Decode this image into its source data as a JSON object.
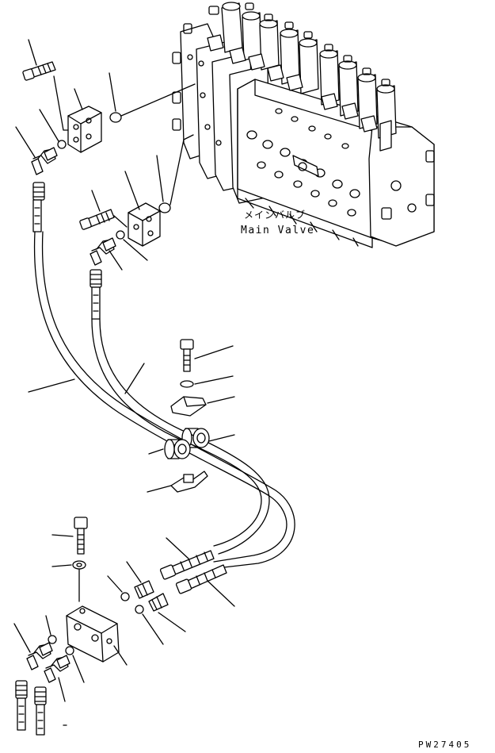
{
  "labels": {
    "main_valve_jp": "メインバルブ",
    "main_valve_en": "Main Valve",
    "drawing_code": "PW27405"
  },
  "colors": {
    "line": "#000000",
    "background": "#ffffff"
  }
}
